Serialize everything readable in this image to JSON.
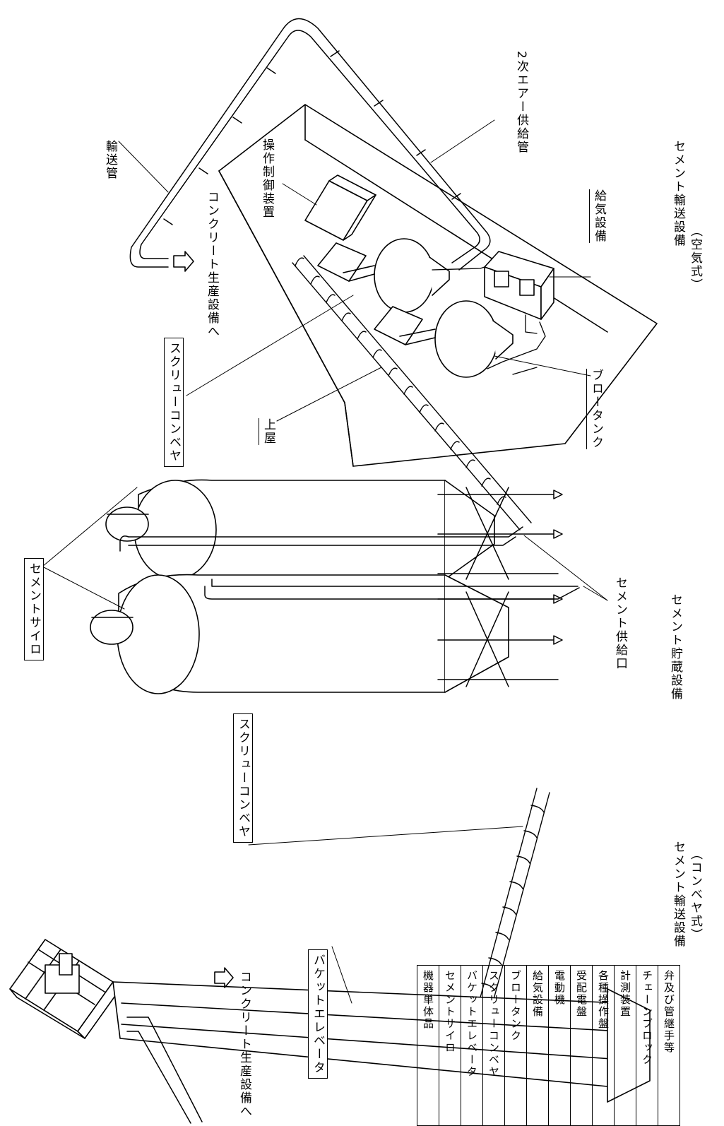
{
  "labels": {
    "transport_pipe": "輸送管",
    "secondary_air_pipe": "2次エアー供給管",
    "control_device": "操作制御装置",
    "to_concrete_top": "コンクリート生産設備へ",
    "air_supply": "給気設備",
    "transport_air": "セメント輸送設備",
    "transport_air_type": "（空気式）",
    "screw_conveyor_top": "スクリューコンベヤ",
    "roof": "上屋",
    "blow_tank": "ブロータンク",
    "cement_silo": "セメントサイロ",
    "cement_supply_port": "セメント供給口",
    "cement_storage": "セメント貯蔵設備",
    "screw_conveyor_bottom": "スクリューコンベヤ",
    "transport_conveyor": "セメント輸送設備",
    "transport_conveyor_type": "（コンベヤ式）",
    "to_concrete_bottom": "コンクリート生産設備へ",
    "bucket_elevator": "バケットエレベータ"
  },
  "parts_table": [
    "機器単体品",
    "セメントサイロ",
    "バケットエレベータ",
    "スクリューコンベヤ",
    "ブロータンク",
    "給気設備",
    "電動機",
    "受配電盤",
    "各種操作盤",
    "計測装置",
    "チェーンブロック",
    "弁及び管継手等"
  ]
}
